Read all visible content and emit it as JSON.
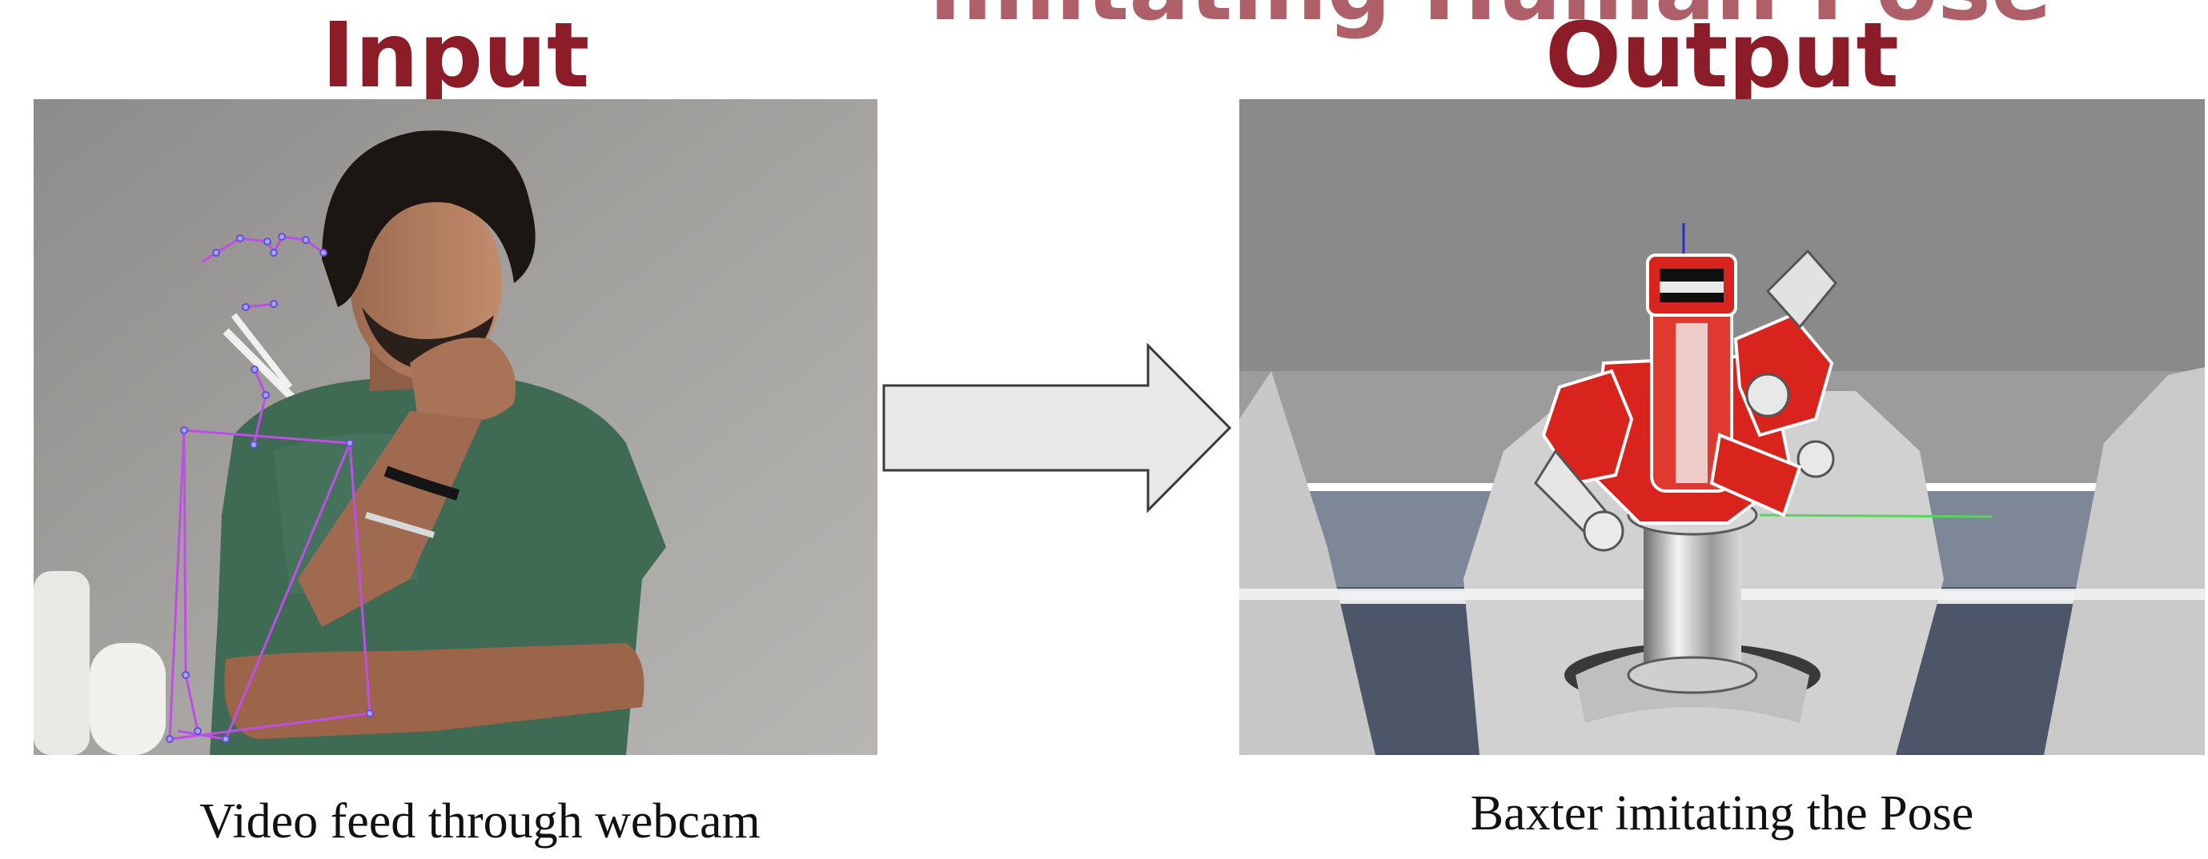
{
  "top_title_fragment": "Imitating Human Pose",
  "input": {
    "title": "Input",
    "caption": "Video feed through webcam"
  },
  "output": {
    "title": "Output",
    "caption": "Baxter imitating the Pose"
  },
  "colors": {
    "title": "#8c1c27",
    "arrow_fill": "#e8e8ea",
    "arrow_stroke": "#3a3a3a",
    "pose_overlay": "#c04ee6",
    "robot_red": "#d8241c"
  }
}
